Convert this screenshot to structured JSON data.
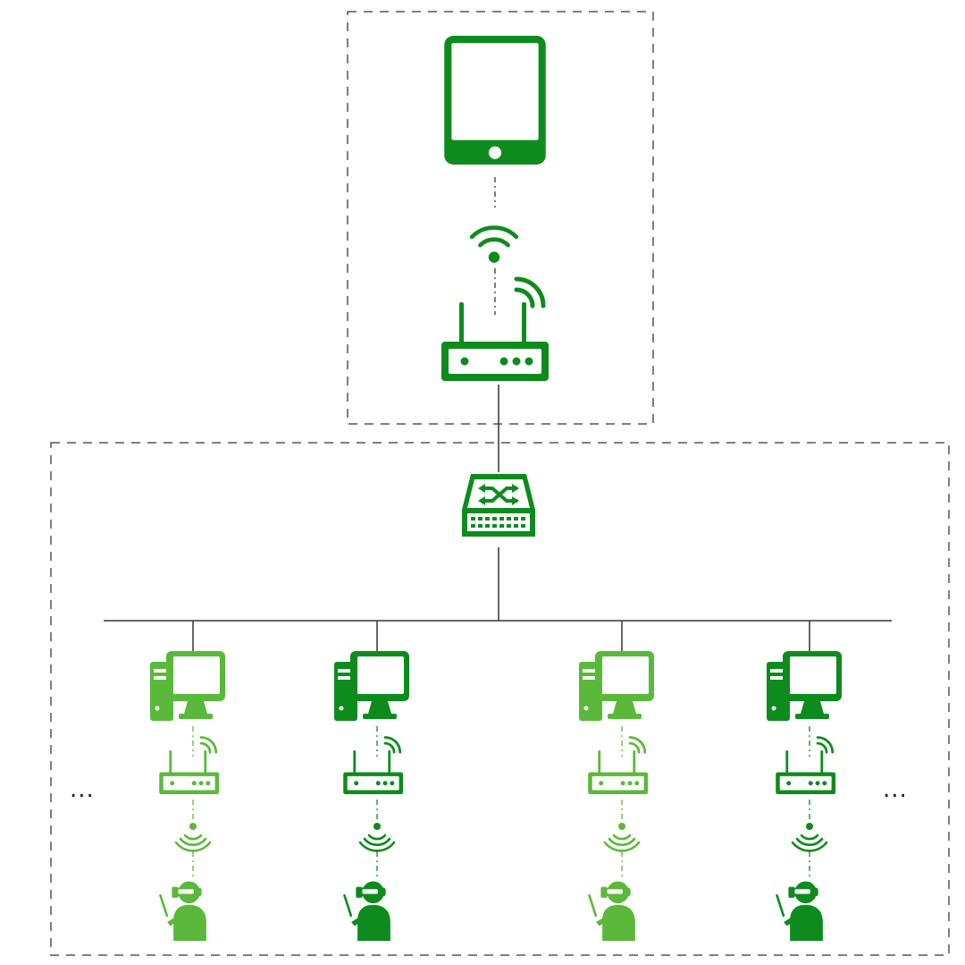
{
  "diagram": {
    "colors": {
      "dark": "#0d8c1d",
      "light": "#5ab93a",
      "line": "#333333",
      "dash": "#555555"
    },
    "top_group": {
      "tablet": {
        "icon": "tablet-icon"
      },
      "wifi": {
        "icon": "wifi-icon"
      },
      "router": {
        "icon": "router-icon"
      }
    },
    "switch": {
      "icon": "network-switch-icon"
    },
    "stations": [
      {
        "color": "light",
        "icons": [
          "desktop-computer-icon",
          "router-icon",
          "wifi-icon",
          "vr-user-icon"
        ]
      },
      {
        "color": "dark",
        "icons": [
          "desktop-computer-icon",
          "router-icon",
          "wifi-icon",
          "vr-user-icon"
        ]
      },
      {
        "color": "light",
        "icons": [
          "desktop-computer-icon",
          "router-icon",
          "wifi-icon",
          "vr-user-icon"
        ]
      },
      {
        "color": "dark",
        "icons": [
          "desktop-computer-icon",
          "router-icon",
          "wifi-icon",
          "vr-user-icon"
        ]
      }
    ],
    "ellipsis_left": "...",
    "ellipsis_right": "..."
  }
}
